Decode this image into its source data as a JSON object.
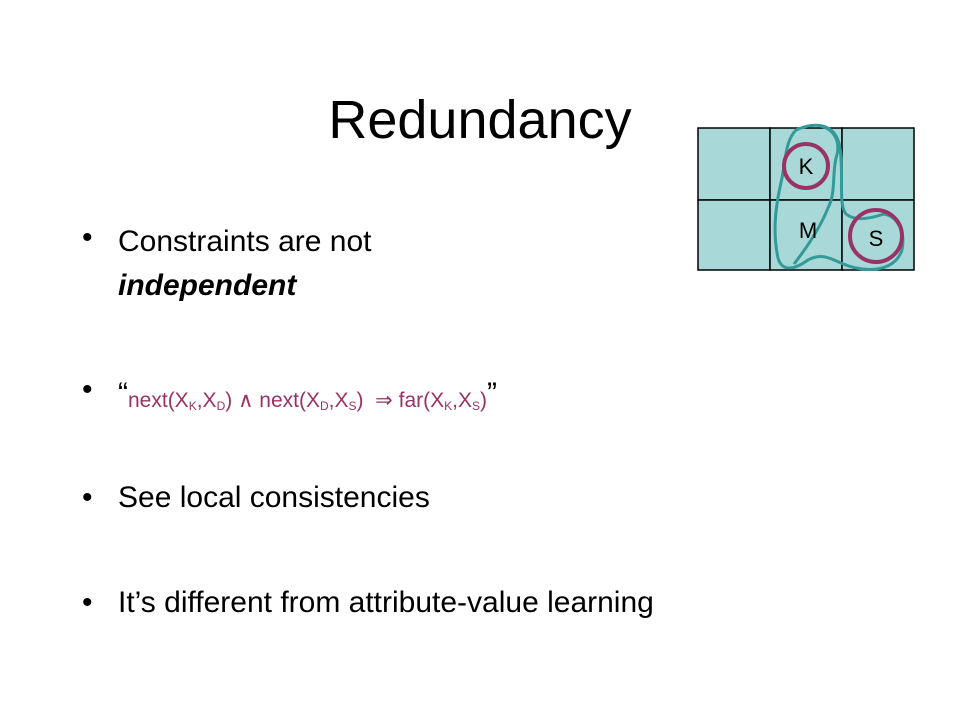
{
  "slide": {
    "title": "Redundancy",
    "bullets": [
      {
        "marker": "•",
        "text": "Constraints are not ",
        "emphasis": "independent"
      },
      {
        "marker": "•",
        "open_quote": "“",
        "close_quote": "”",
        "formula": {
          "next1_pre": "next(X",
          "next1_sub_a": "K",
          "next1_mid": ",X",
          "next1_sub_b": "D",
          "next1_post": ")",
          "and_symbol": " ∧ ",
          "next2_pre": "next(X",
          "next2_sub_a": "D",
          "next2_mid": ",X",
          "next2_sub_b": "S",
          "next2_post": ")",
          "implies_symbol": "  ⇒ ",
          "far_pre": "far(X",
          "far_sub_a": "K",
          "far_mid": ",X",
          "far_sub_b": "S",
          "far_post": ")"
        }
      },
      {
        "marker": "•",
        "text": "See local consistencies"
      },
      {
        "marker": "•",
        "text": "It’s different from attribute-value learning"
      }
    ]
  },
  "diagram": {
    "cell_labels": {
      "k": "K",
      "m": "M",
      "s": "S"
    },
    "cell_fill": "#a8d8d8",
    "circle_color": "#993366",
    "lasso_color": "#339999"
  },
  "colors": {
    "formula": "#993366"
  }
}
